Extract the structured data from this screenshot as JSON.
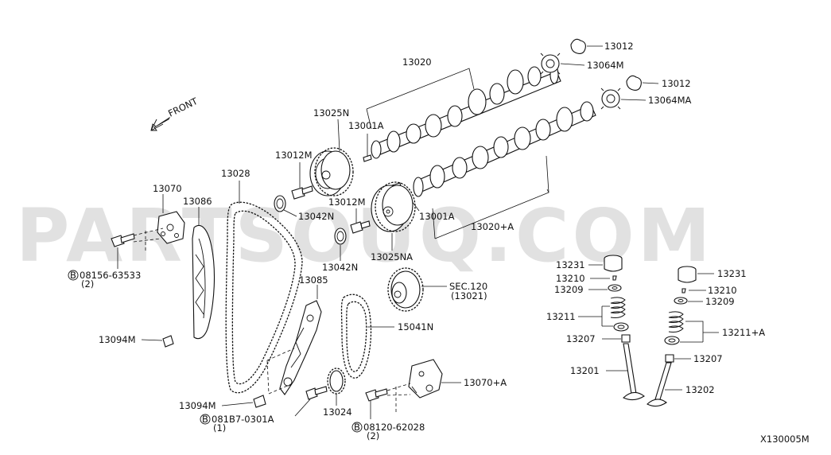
{
  "watermark": "PARTSOUQ.COM",
  "diagram_id": "X130005M",
  "front_label": "FRONT",
  "labels": {
    "p13012_top": "13012",
    "p13064M": "13064M",
    "p13012_mid": "13012",
    "p13064MA": "13064MA",
    "p13020": "13020",
    "p13025N": "13025N",
    "p13001A_top": "13001A",
    "p13012M_left": "13012M",
    "p13028": "13028",
    "p13070": "13070",
    "p13086": "13086",
    "p13042N_top": "13042N",
    "p13012M_mid": "13012M",
    "p13001A_bot": "13001A",
    "p13020A": "13020+A",
    "p13042N_bot": "13042N",
    "p13025NA": "13025NA",
    "p08156": "08156-63533",
    "p08156_qty": "(2)",
    "p13231_left": "13231",
    "p13231_right": "13231",
    "p13210_left": "13210",
    "p13210_right": "13210",
    "p13209_left": "13209",
    "p13209_right": "13209",
    "p13211": "13211",
    "p13211A": "13211+A",
    "p13207_left": "13207",
    "p13207_right": "13207",
    "p13201": "13201",
    "p13202": "13202",
    "p13085": "13085",
    "sec120": "SEC.120",
    "sec120_sub": "(13021)",
    "p15041N": "15041N",
    "p13094M_top": "13094M",
    "p13094M_bot": "13094M",
    "p081B7": "081B7-0301A",
    "p081B7_qty": "(1)",
    "p13024": "13024",
    "p13070A": "13070+A",
    "p08120": "08120-62028",
    "p08120_qty": "(2)",
    "circle_b": "B"
  }
}
